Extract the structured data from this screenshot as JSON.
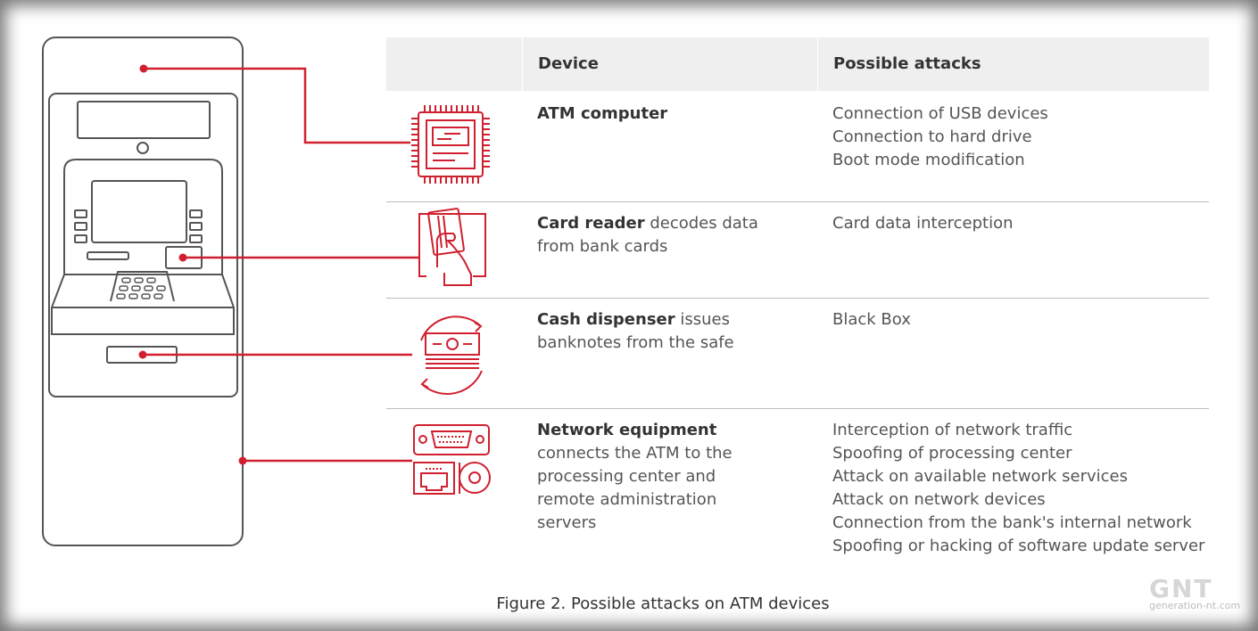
{
  "table": {
    "headers": {
      "device": "Device",
      "attacks": "Possible attacks"
    },
    "rows": [
      {
        "device_bold": "ATM computer",
        "device_rest": "",
        "icon": "cpu-chip-icon",
        "attacks": [
          "Connection of USB devices",
          "Connection to hard drive",
          "Boot mode modification"
        ]
      },
      {
        "device_bold": "Card reader",
        "device_rest": " decodes data from bank cards",
        "icon": "card-reader-icon",
        "attacks": [
          "Card data interception"
        ]
      },
      {
        "device_bold": "Cash dispenser",
        "device_rest": " issues banknotes from the safe",
        "icon": "cash-dispenser-icon",
        "attacks": [
          "Black Box"
        ]
      },
      {
        "device_bold": "Network equipment",
        "device_rest": " connects the ATM to the processing center and remote administration servers",
        "icon": "network-ports-icon",
        "attacks": [
          "Interception of network traffic",
          "Spoofing of processing center",
          "Attack on available network services",
          "Attack on network devices",
          "Connection from the bank's internal network",
          "Spoofing or hacking of software update server"
        ]
      }
    ]
  },
  "caption": "Figure 2. Possible attacks on ATM devices",
  "watermark": {
    "logo": "GNT",
    "site": "generation-nt.com"
  },
  "colors": {
    "accent": "#d0202f",
    "line": "#555555",
    "header_bg": "#efefef"
  }
}
